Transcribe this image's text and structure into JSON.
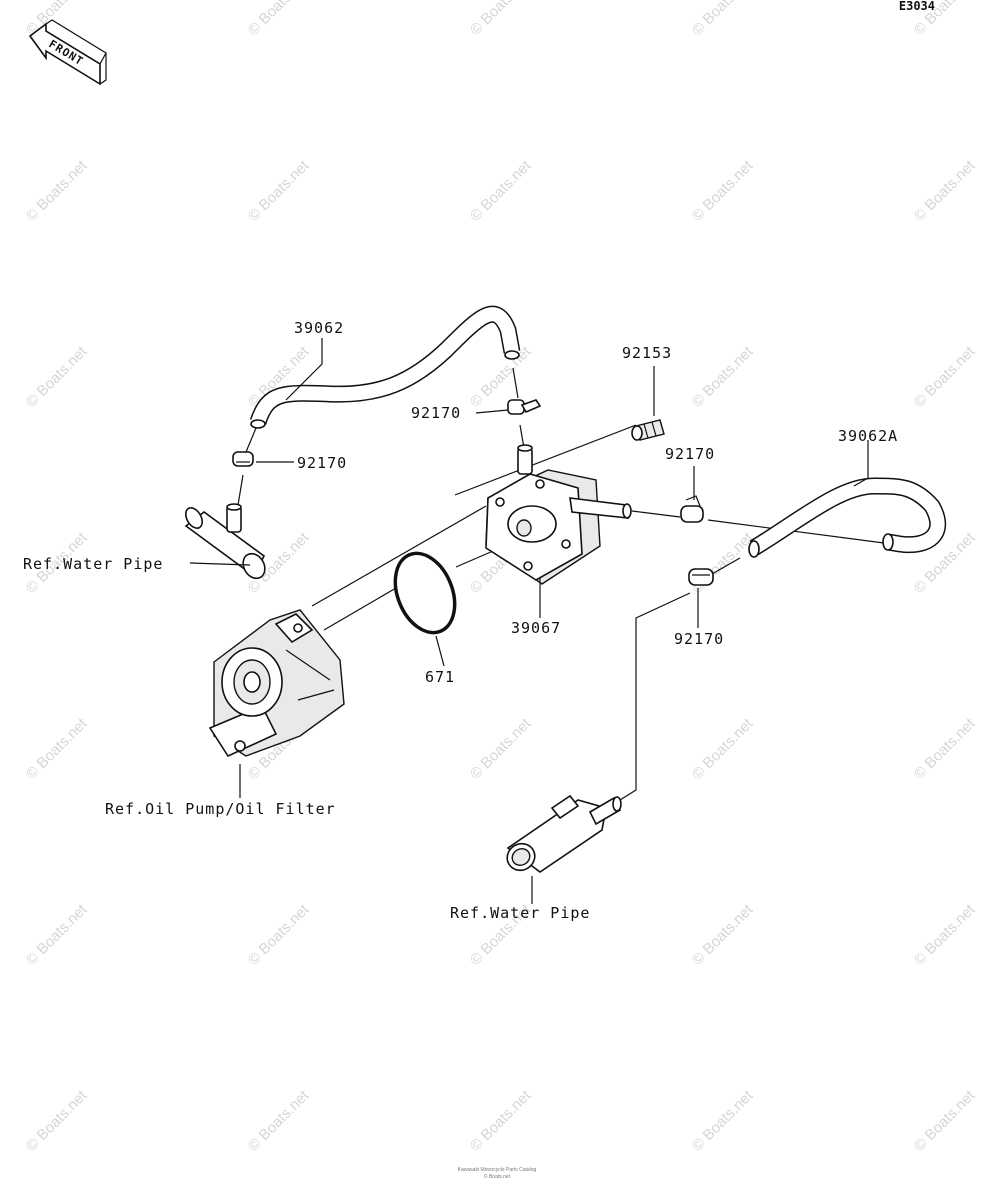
{
  "diagram_code": "E3034",
  "front_tag": "FRONT",
  "watermark": "© Boats.net",
  "labels": {
    "hose_upper": "39062",
    "bolt": "92153",
    "clamp_upper": "92170",
    "clamp_left": "92170",
    "clamp_right_upper": "92170",
    "hose_right": "39062A",
    "ref_water_pipe_left": "Ref.Water Pipe",
    "oil_cooler": "39067",
    "clamp_right_lower": "92170",
    "oring": "671",
    "ref_oil_pump": "Ref.Oil Pump/Oil Filter",
    "ref_water_pipe_bottom": "Ref.Water Pipe"
  },
  "footer": {
    "line1": "Kawasaki Motorcycle Parts Catalog",
    "line2": "© Boats.net"
  }
}
